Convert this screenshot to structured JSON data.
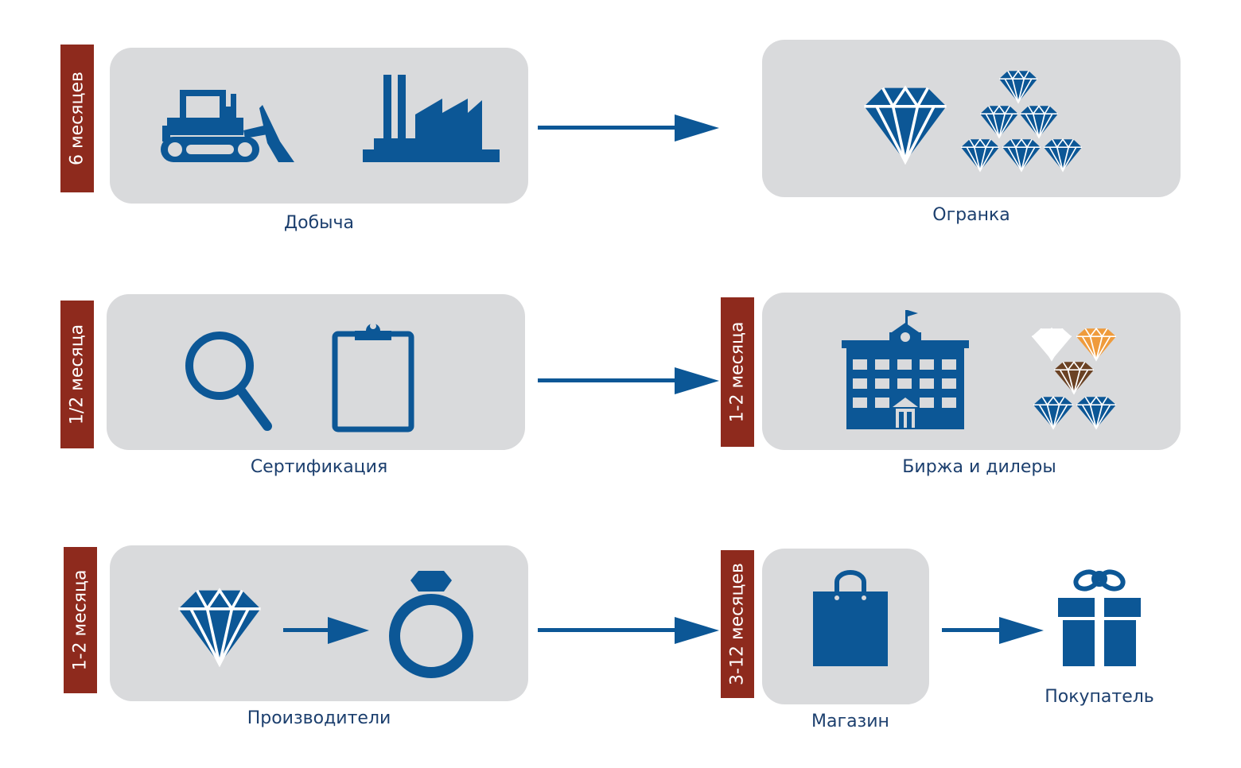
{
  "colors": {
    "icon": "#0c5796",
    "box": "#d9dadc",
    "tag": "#8e2a1d",
    "text": "#1c3f6e"
  },
  "stages": {
    "mining": {
      "label": "Добыча",
      "duration": "6 месяцев",
      "icons": [
        "bulldozer-icon",
        "factory-icon"
      ]
    },
    "cutting": {
      "label": "Огранка",
      "icons": [
        "large-diamond-icon",
        "diamond-pile-icon"
      ]
    },
    "certification": {
      "label": "Сертификация",
      "duration": "1/2 месяца",
      "icons": [
        "magnifier-icon",
        "clipboard-icon"
      ]
    },
    "exchange": {
      "label": "Биржа и дилеры",
      "duration": "1-2 месяца",
      "icons": [
        "exchange-building-icon",
        "colored-diamonds-icon"
      ]
    },
    "manufacturers": {
      "label": "Производители",
      "duration": "1-2 месяца",
      "icons": [
        "diamond-icon",
        "ring-icon"
      ]
    },
    "store": {
      "label": "Магазин",
      "duration": "3-12 месяцев",
      "icons": [
        "shopping-bag-icon"
      ]
    },
    "buyer": {
      "label": "Покупатель",
      "icons": [
        "gift-icon"
      ]
    }
  }
}
